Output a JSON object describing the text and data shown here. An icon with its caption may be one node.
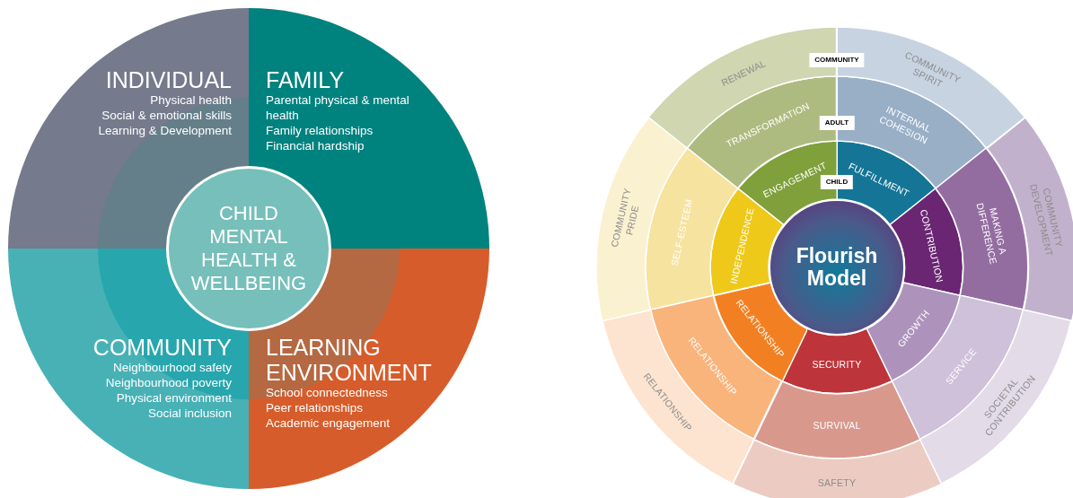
{
  "diagram": {
    "nodes": [
      {
        "text": [
          "INDIVIDUAL",
          "Physical health",
          "Social & emotional skills",
          "Learning & Development"
        ]
      },
      {
        "text": [
          "FAMILY",
          "Parental physical & mental health",
          "Family relationships",
          "Financial hardship"
        ]
      },
      {
        "text": [
          "CHILD MENTAL HEALTH & WELLBEING"
        ]
      },
      {
        "text": [
          "COMMUNITY",
          "Neighbourhood safety",
          "Neighbourhood poverty",
          "Physical environment",
          "Social inclusion"
        ]
      },
      {
        "text": [
          "LEARNING ENVIRONMENT",
          "School connectedness",
          "Peer relationships",
          "Academic engagement"
        ]
      },
      {
        "text": [
          "Flourish Model"
        ]
      },
      {
        "text": [
          "ENGAGEMENT"
        ]
      },
      {
        "text": [
          "FULFILLMENT"
        ]
      },
      {
        "text": [
          "CONTRIBUTION"
        ]
      },
      {
        "text": [
          "GROWTH"
        ]
      },
      {
        "text": [
          "SECURITY"
        ]
      },
      {
        "text": [
          "RELATIONSHIP"
        ]
      },
      {
        "text": [
          "INDEPENDENCE"
        ]
      },
      {
        "text": [
          "TRANSFORMATION"
        ]
      },
      {
        "text": [
          "INTERNAL COHESION"
        ]
      },
      {
        "text": [
          "MAKING A DIFFERENCE"
        ]
      },
      {
        "text": [
          "SERVICE"
        ]
      },
      {
        "text": [
          "SURVIVAL"
        ]
      },
      {
        "text": [
          "RELATIONSHIP"
        ]
      },
      {
        "text": [
          "SELF-ESTEEM"
        ]
      },
      {
        "text": [
          "RENEWAL"
        ]
      },
      {
        "text": [
          "COMMUNITY SPIRIT"
        ]
      },
      {
        "text": [
          "COMMUNITY DEVELOPMENT"
        ]
      },
      {
        "text": [
          "SOCIETAL CONTRIBUTION"
        ]
      },
      {
        "text": [
          "SAFETY"
        ]
      },
      {
        "text": [
          "RELATIONSHIP"
        ]
      },
      {
        "text": [
          "COMMUNITY PRIDE"
        ]
      }
    ],
    "labels": [
      "COMMUNITY",
      "ADULT",
      "CHILD"
    ]
  }
}
